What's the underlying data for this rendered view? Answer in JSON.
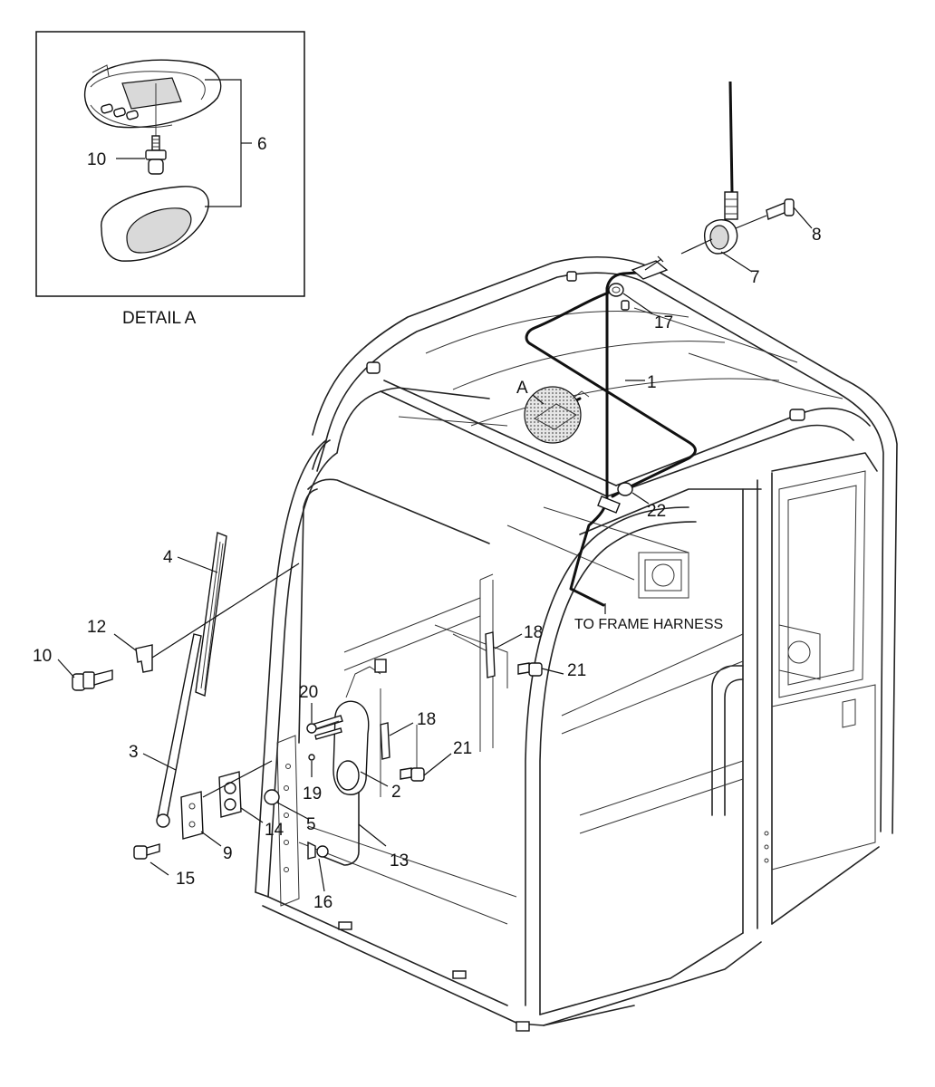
{
  "detail_caption": "DETAIL A",
  "view_marker": "A",
  "harness_note": "TO FRAME HARNESS",
  "callouts": {
    "c1": "1",
    "c2": "2",
    "c3": "3",
    "c4": "4",
    "c5": "5",
    "c6": "6",
    "c7": "7",
    "c8": "8",
    "c9": "9",
    "c10_detail": "10",
    "c10_main": "10",
    "c12": "12",
    "c13": "13",
    "c14": "14",
    "c15": "15",
    "c16": "16",
    "c17": "17",
    "c18_upper": "18",
    "c18_lower": "18",
    "c19": "19",
    "c20": "20",
    "c21_upper": "21",
    "c21_lower": "21",
    "c22": "22"
  }
}
